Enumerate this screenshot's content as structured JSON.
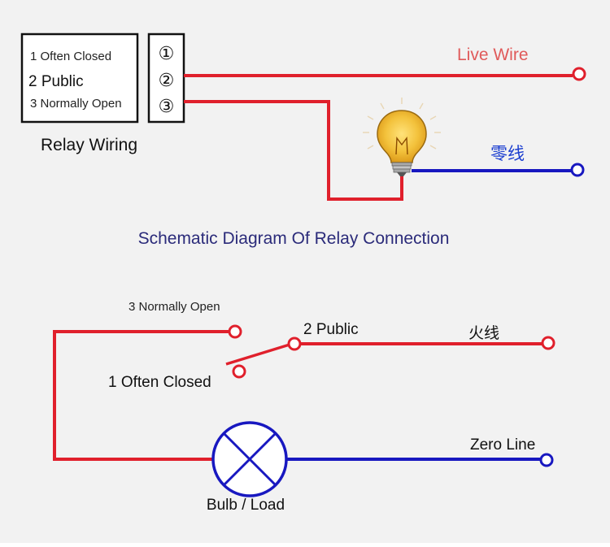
{
  "colors": {
    "live": "#e0202c",
    "neutral": "#1818c0",
    "box_border": "#111111",
    "title": "#2b2b7a",
    "live_label": "#e05a5a",
    "neutral_label": "#1c3fd0"
  },
  "top": {
    "terminal_box": {
      "lines": [
        "1 Often Closed",
        "2 Public",
        "3 Normally Open"
      ]
    },
    "terminal_numbers": [
      "①",
      "②",
      "③"
    ],
    "caption": "Relay Wiring",
    "live_wire_label": "Live Wire",
    "neutral_label": "零线",
    "bulb_icon": "light-bulb-icon"
  },
  "title": "Schematic Diagram Of Relay Connection",
  "bottom": {
    "normally_open_label": "3 Normally Open",
    "public_label": "2 Public",
    "often_closed_label": "1 Often Closed",
    "live_label": "火线",
    "zero_line_label": "Zero Line",
    "load_label": "Bulb / Load",
    "load_icon": "lamp-symbol-icon"
  }
}
